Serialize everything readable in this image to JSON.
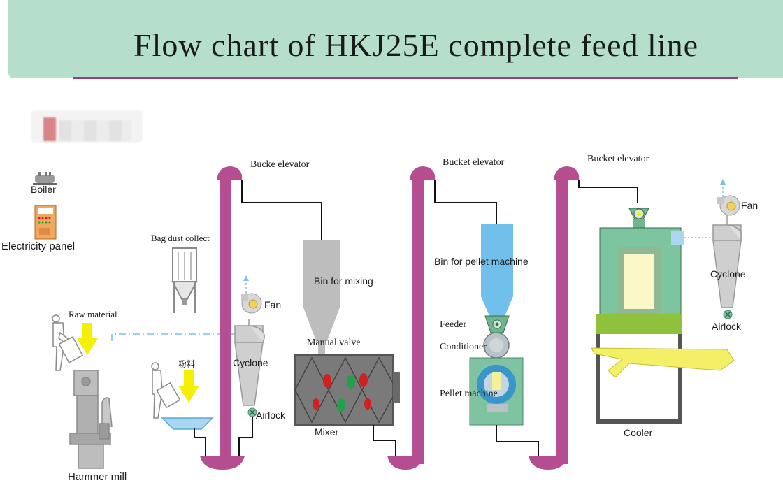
{
  "title": "Flow chart of HKJ25E complete feed line",
  "labels": {
    "boiler": "Boiler",
    "electricity_panel": "Electricity panel",
    "bag_dust_collector": "Bag dust collect",
    "raw_material": "Raw material",
    "powder": "粉料",
    "hammer_mill": "Hammer mill",
    "fan_1": "Fan",
    "cyclone_1": "Cyclone",
    "airlock_1": "Airlock",
    "bucket_elevator_1": "Bucke elevator",
    "bin_for_mixing": "Bin for mixing",
    "manual_valve": "Manual valve",
    "mixer": "Mixer",
    "bucket_elevator_2": "Bucket elevator",
    "bin_for_pellet_machine": "Bin for pellet machine",
    "feeder": "Feeder",
    "conditioner": "Conditioner",
    "pellet_machine": "Pellet machine",
    "bucket_elevator_3": "Bucket elevator",
    "fan_2": "Fan",
    "cyclone_2": "Cyclone",
    "airlock_2": "Airlock",
    "cooler": "Cooler"
  },
  "colors": {
    "banner": "#b6dfcb",
    "elevator": "#b44d92",
    "bin_gray": "#bdbdbd",
    "bin_blue": "#71c0ec",
    "pellet_green": "#7fc3a0",
    "cooler_green": "#7cc59e",
    "cooler_band": "#8fc13c",
    "arrow_yellow": "#f5f000",
    "air_line": "#7cc2e6"
  }
}
